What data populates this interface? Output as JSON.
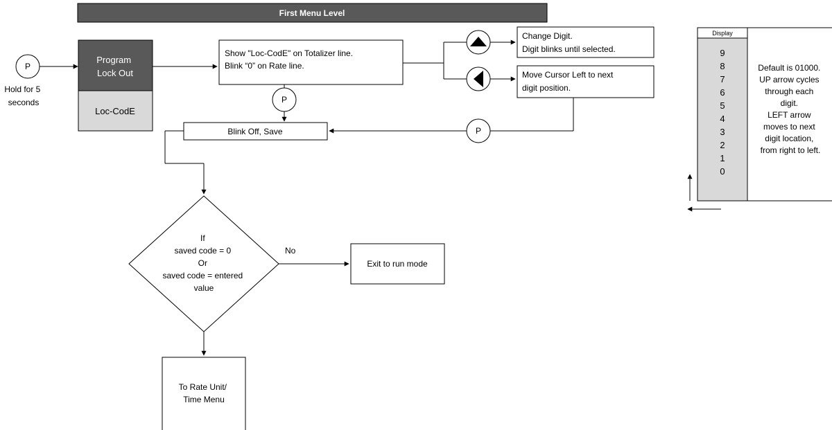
{
  "header": {
    "title": "First Menu Level"
  },
  "start": {
    "p_label": "P",
    "hold_lines": [
      "Hold for 5",
      "seconds"
    ]
  },
  "menu_box": {
    "top_lines": [
      "Program",
      "Lock Out"
    ],
    "bottom_label": "Loc-CodE"
  },
  "show_box": {
    "lines": [
      "Show \"Loc-CodE\" on Totalizer line.",
      "Blink “0” on Rate line."
    ]
  },
  "up_branch": {
    "icon": "up-triangle-icon",
    "lines": [
      "Change Digit.",
      "Digit blinks until selected."
    ]
  },
  "left_branch": {
    "icon": "left-triangle-icon",
    "lines": [
      "Move Cursor Left to next",
      "digit position."
    ]
  },
  "p_mid": "P",
  "p_right": "P",
  "save_box": {
    "label": "Blink Off, Save"
  },
  "decision": {
    "lines": [
      "If",
      "saved code = 0",
      "Or",
      "saved code = entered",
      "value"
    ],
    "no_label": "No"
  },
  "exit_box": {
    "label": "Exit to run mode"
  },
  "rate_box": {
    "lines": [
      "To Rate Unit/",
      "Time Menu"
    ]
  },
  "display_panel": {
    "header": "Display",
    "digits": [
      "9",
      "8",
      "7",
      "6",
      "5",
      "4",
      "3",
      "2",
      "1",
      "0"
    ],
    "note_lines": [
      "Default is 01000.",
      "UP arrow cycles",
      "through each",
      "digit.",
      "LEFT arrow",
      "moves to next",
      "digit location,",
      "from right to left."
    ]
  },
  "colors": {
    "header_fill": "#595959",
    "menu_top_fill": "#595959",
    "menu_bottom_fill": "#d9d9d9",
    "display_fill": "#d9d9d9",
    "line": "#000000"
  }
}
